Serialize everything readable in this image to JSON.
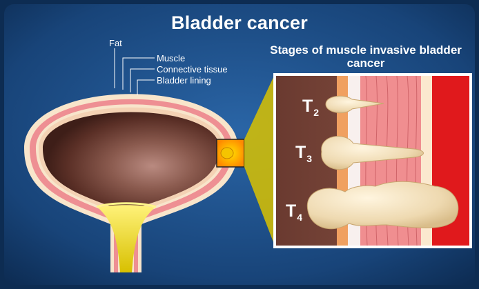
{
  "title": "Bladder cancer",
  "subtitle": "Stages of muscle invasive bladder cancer",
  "layers": {
    "fat": "Fat",
    "muscle": "Muscle",
    "connective": "Connective tissue",
    "lining": "Bladder lining"
  },
  "stages": [
    {
      "letter": "T",
      "sub": "2"
    },
    {
      "letter": "T",
      "sub": "3"
    },
    {
      "letter": "T",
      "sub": "4"
    }
  ],
  "colors": {
    "background": "#1a4a80",
    "fat_layer": "#f7e3c8",
    "muscle_layer": "#ee8f93",
    "tumor": "#f1dfbd",
    "highlight": "#f5c400",
    "outer_red": "#e0191c"
  }
}
